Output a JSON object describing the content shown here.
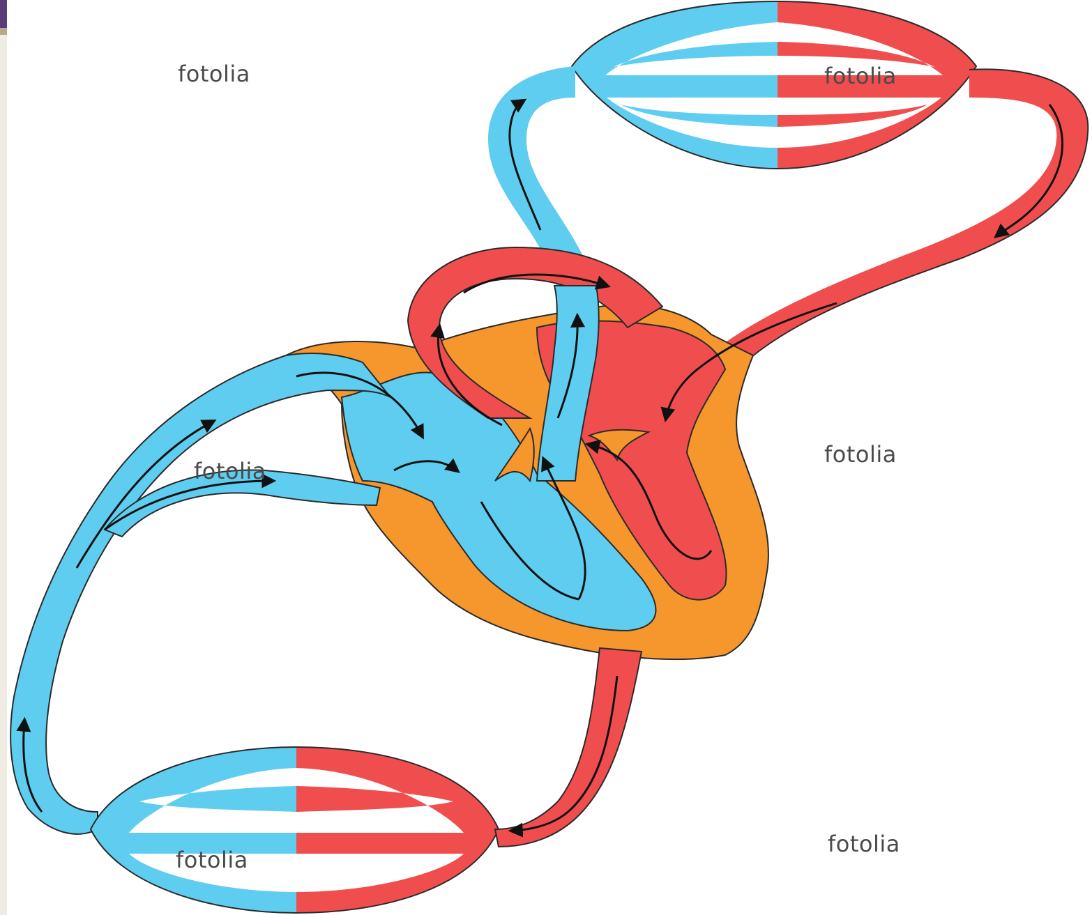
{
  "watermarks": [
    "fotolia",
    "fotolia",
    "fotolia",
    "fotolia",
    "fotolia",
    "fotolia"
  ],
  "colors": {
    "deoxygenated": "#5fcdf0",
    "oxygenated": "#f04e4e",
    "heart_muscle": "#f5972c",
    "outline": "#2a2a2a",
    "arrow": "#111111"
  }
}
